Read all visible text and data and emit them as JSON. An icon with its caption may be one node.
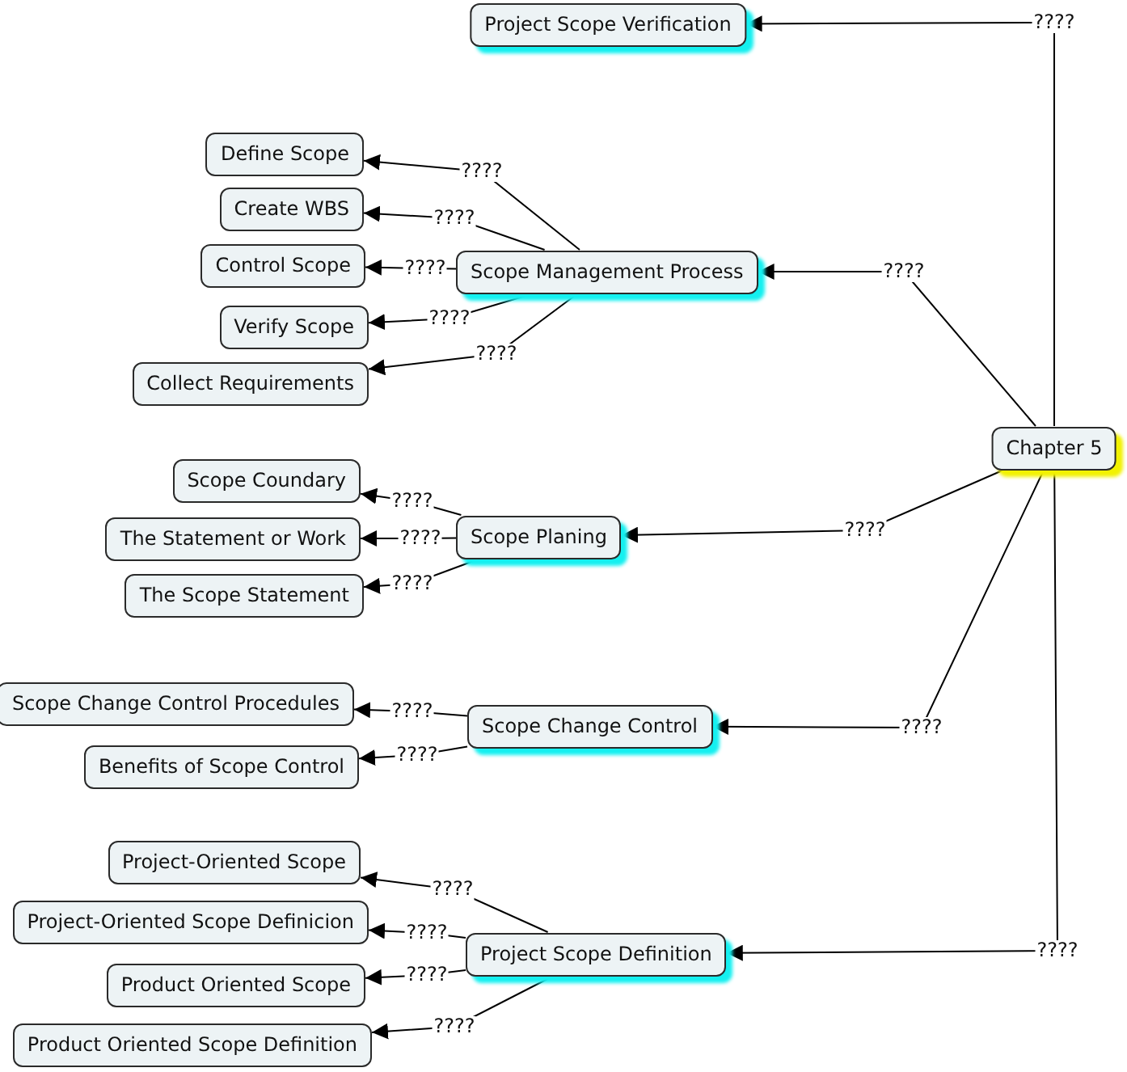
{
  "diagram": {
    "nodes": [
      {
        "text": [
          "Project Scope Verification"
        ]
      },
      {
        "text": [
          "Define Scope"
        ]
      },
      {
        "text": [
          "Create WBS"
        ]
      },
      {
        "text": [
          "Control Scope"
        ]
      },
      {
        "text": [
          "Scope Management Process"
        ]
      },
      {
        "text": [
          "Verify Scope"
        ]
      },
      {
        "text": [
          "Collect Requirements"
        ]
      },
      {
        "text": [
          "Chapter 5"
        ]
      },
      {
        "text": [
          "Scope Coundary"
        ]
      },
      {
        "text": [
          "The Statement or Work"
        ]
      },
      {
        "text": [
          "Scope Planing"
        ]
      },
      {
        "text": [
          "The Scope Statement"
        ]
      },
      {
        "text": [
          "Scope Change Control Procedules"
        ]
      },
      {
        "text": [
          "Scope Change Control"
        ]
      },
      {
        "text": [
          "Benefits of Scope Control"
        ]
      },
      {
        "text": [
          "Project-Oriented Scope"
        ]
      },
      {
        "text": [
          "Project-Oriented Scope Definicion"
        ]
      },
      {
        "text": [
          "Project Scope Definition"
        ]
      },
      {
        "text": [
          "Product Oriented Scope"
        ]
      },
      {
        "text": [
          "Product Oriented Scope Definition"
        ]
      }
    ],
    "edges": [
      {
        "from": 7,
        "to": 0,
        "arrow": "to",
        "label": "????"
      },
      {
        "from": 7,
        "to": 4,
        "arrow": "to",
        "label": "????"
      },
      {
        "from": 7,
        "to": 10,
        "arrow": "to",
        "label": "????"
      },
      {
        "from": 7,
        "to": 13,
        "arrow": "to",
        "label": "????"
      },
      {
        "from": 7,
        "to": 17,
        "arrow": "to",
        "label": "????"
      },
      {
        "from": 4,
        "to": 1,
        "arrow": "to",
        "label": "????"
      },
      {
        "from": 4,
        "to": 2,
        "arrow": "to",
        "label": "????"
      },
      {
        "from": 4,
        "to": 3,
        "arrow": "to",
        "label": "????"
      },
      {
        "from": 4,
        "to": 5,
        "arrow": "to",
        "label": "????"
      },
      {
        "from": 4,
        "to": 6,
        "arrow": "to",
        "label": "????"
      },
      {
        "from": 10,
        "to": 8,
        "arrow": "to",
        "label": "????"
      },
      {
        "from": 10,
        "to": 9,
        "arrow": "to",
        "label": "????"
      },
      {
        "from": 10,
        "to": 11,
        "arrow": "to",
        "label": "????"
      },
      {
        "from": 13,
        "to": 12,
        "arrow": "to",
        "label": "????"
      },
      {
        "from": 13,
        "to": 14,
        "arrow": "to",
        "label": "????"
      },
      {
        "from": 17,
        "to": 15,
        "arrow": "to",
        "label": "????"
      },
      {
        "from": 17,
        "to": 16,
        "arrow": "to",
        "label": "????"
      },
      {
        "from": 17,
        "to": 18,
        "arrow": "to",
        "label": "????"
      },
      {
        "from": 17,
        "to": 19,
        "arrow": "to",
        "label": "????"
      }
    ]
  }
}
